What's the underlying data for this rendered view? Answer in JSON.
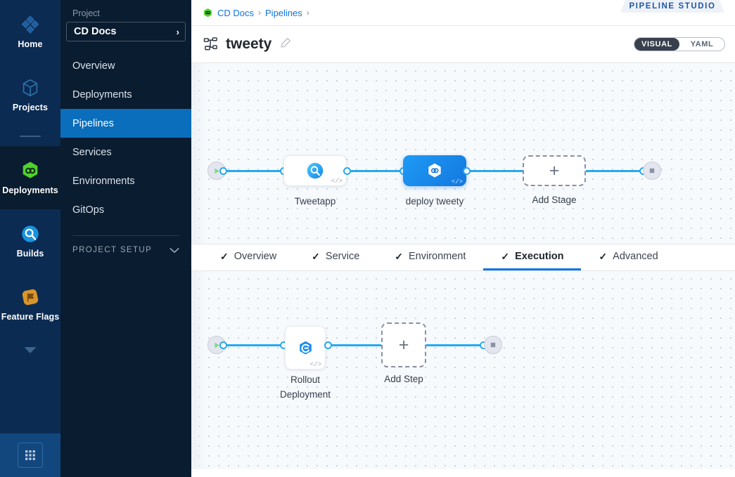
{
  "rail": {
    "items": [
      {
        "label": "Home",
        "icon": "home-diamond-icon",
        "active": false
      },
      {
        "label": "Projects",
        "icon": "cube-icon",
        "active": false
      },
      {
        "label": "Deployments",
        "icon": "deployments-hexagon-icon",
        "active": true
      },
      {
        "label": "Builds",
        "icon": "builds-circle-icon",
        "active": false
      },
      {
        "label": "Feature Flags",
        "icon": "feature-flag-icon",
        "active": false
      }
    ],
    "expand_icon": "caret-down-icon",
    "grid_icon": "grid-apps-icon"
  },
  "sidebar": {
    "section_label": "Project",
    "project_name": "CD Docs",
    "project_chevron": "›",
    "items": [
      {
        "label": "Overview",
        "active": false
      },
      {
        "label": "Deployments",
        "active": false
      },
      {
        "label": "Pipelines",
        "active": true
      },
      {
        "label": "Services",
        "active": false
      },
      {
        "label": "Environments",
        "active": false
      },
      {
        "label": "GitOps",
        "active": false
      }
    ],
    "setup_label": "PROJECT SETUP",
    "setup_chevron_icon": "chevron-down-icon"
  },
  "breadcrumb": {
    "project_icon": "green-hexagon-link-icon",
    "crumbs": [
      "CD Docs",
      "Pipelines"
    ],
    "separator": "›",
    "trailing_separator": "›"
  },
  "studio_badge": {
    "text": "PIPELINE STUDIO",
    "color": "#1f57a6"
  },
  "header": {
    "pipeline_icon": "pipeline-tree-icon",
    "title": "tweety",
    "edit_icon": "pencil-edit-icon",
    "view_toggle": {
      "options": [
        "VISUAL",
        "YAML"
      ],
      "selected": "VISUAL"
    }
  },
  "stage_canvas": {
    "start_icon": "play-triangle-icon",
    "end_icon": "stop-square-icon",
    "stages": [
      {
        "name": "Tweetapp",
        "icon": "build-stage-icon",
        "selected": false,
        "code_tag": "</>"
      },
      {
        "name": "deploy tweety",
        "icon": "deploy-hexagon-icon",
        "selected": true,
        "code_tag": "</>"
      }
    ],
    "add_stage_label": "Add Stage",
    "add_icon": "plus-icon"
  },
  "tabs": [
    {
      "label": "Overview",
      "check": "✓",
      "active": false
    },
    {
      "label": "Service",
      "check": "✓",
      "active": false
    },
    {
      "label": "Environment",
      "check": "✓",
      "active": false
    },
    {
      "label": "Execution",
      "check": "✓",
      "active": true
    },
    {
      "label": "Advanced",
      "check": "✓",
      "active": false
    }
  ],
  "step_canvas": {
    "start_icon": "play-triangle-icon",
    "end_icon": "stop-square-icon",
    "steps": [
      {
        "name_line1": "Rollout",
        "name_line2": "Deployment",
        "icon": "rollout-deployment-icon",
        "code_tag": "</>"
      }
    ],
    "add_step_label": "Add Step",
    "add_icon": "plus-icon"
  },
  "colors": {
    "accent_blue": "#0a73e8",
    "edge_blue": "#27a9f0",
    "sidebar_active": "#0a6ebd",
    "rail_bg": "#0b2b53",
    "sidebar_bg": "#0a1c30",
    "deployments_green": "#4ed32b",
    "feature_flags_orange": "#d8952b"
  }
}
